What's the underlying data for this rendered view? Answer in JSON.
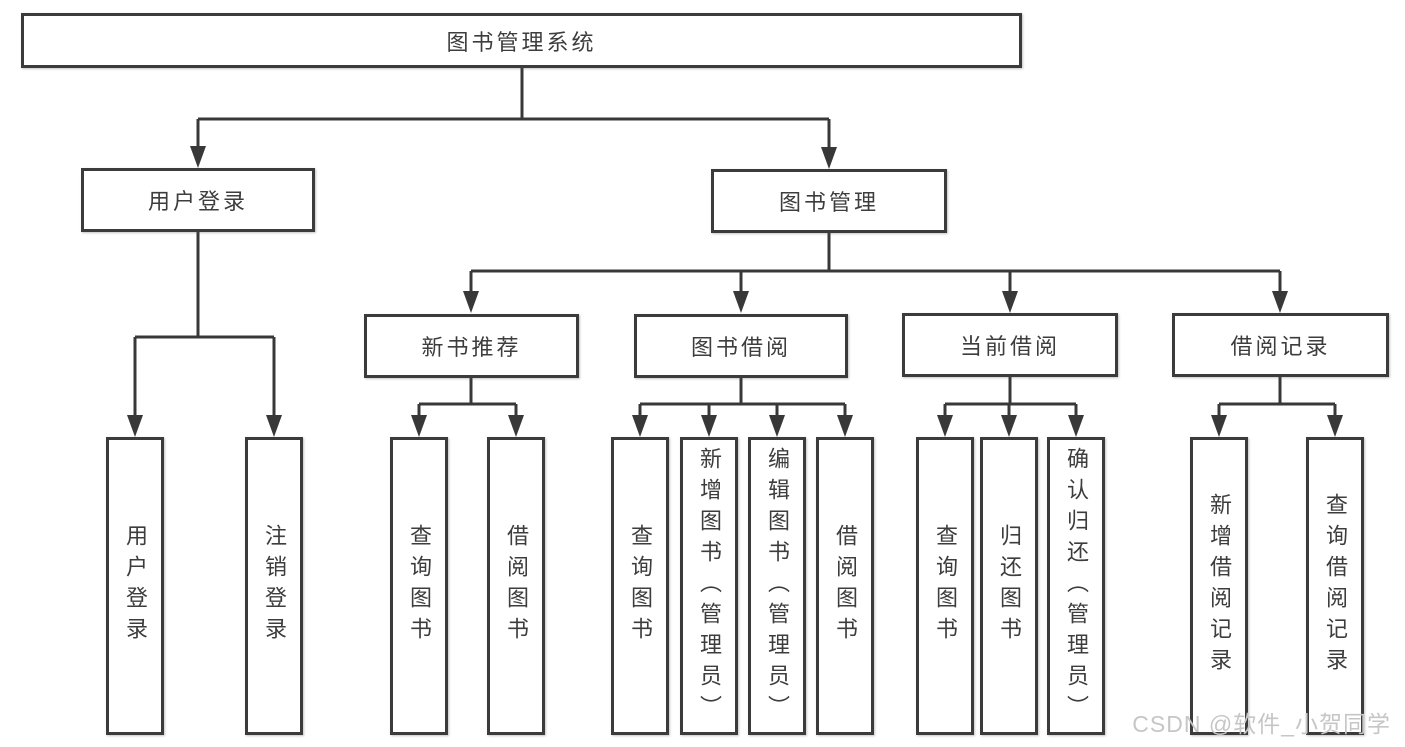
{
  "diagram": {
    "title": "图书管理系统",
    "root": {
      "label": "图书管理系统"
    },
    "user_login": {
      "label": "用户登录",
      "children": [
        {
          "label": "用户登录"
        },
        {
          "label": "注销登录"
        }
      ]
    },
    "book_mgmt": {
      "label": "图书管理",
      "groups": [
        {
          "label": "新书推荐",
          "children": [
            {
              "label": "查询图书"
            },
            {
              "label": "借阅图书"
            }
          ]
        },
        {
          "label": "图书借阅",
          "children": [
            {
              "label": "查询图书"
            },
            {
              "label": "新增图书（管理员）"
            },
            {
              "label": "编辑图书（管理员）"
            },
            {
              "label": "借阅图书"
            }
          ]
        },
        {
          "label": "当前借阅",
          "children": [
            {
              "label": "查询图书"
            },
            {
              "label": "归还图书"
            },
            {
              "label": "确认归还（管理员）"
            }
          ]
        },
        {
          "label": "借阅记录",
          "children": [
            {
              "label": "新增借阅记录"
            },
            {
              "label": "查询借阅记录"
            }
          ]
        }
      ]
    }
  },
  "watermark": {
    "text": "CSDN @软件_小贺同学"
  },
  "colors": {
    "line": "#383838",
    "box_border": "#3b3b3b",
    "text": "#3d3d3d",
    "watermark": "#c6c6c6",
    "background": "#ffffff"
  }
}
